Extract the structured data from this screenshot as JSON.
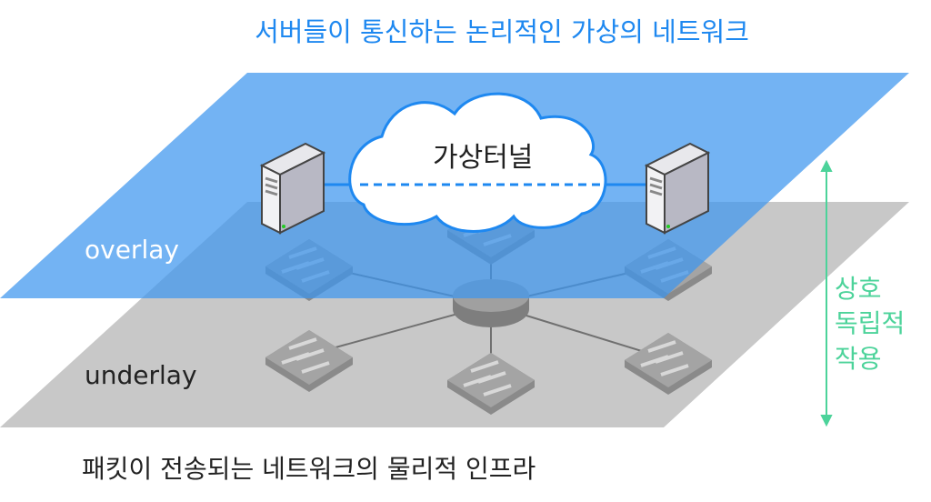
{
  "title": "서버들이 통신하는  논리적인 가상의 네트워크",
  "overlay_label": "overlay",
  "underlay_label": "underlay",
  "tunnel_label": "가상터널",
  "bottom_caption": "패킷이 전송되는 네트워크의 물리적 인프라",
  "relation_labels": [
    "상호",
    "독립적",
    "작용"
  ],
  "colors": {
    "overlay": "#3d96ee",
    "underlay": "#c8c8c8",
    "title": "#1e88f0",
    "relation": "#4cd39a"
  }
}
